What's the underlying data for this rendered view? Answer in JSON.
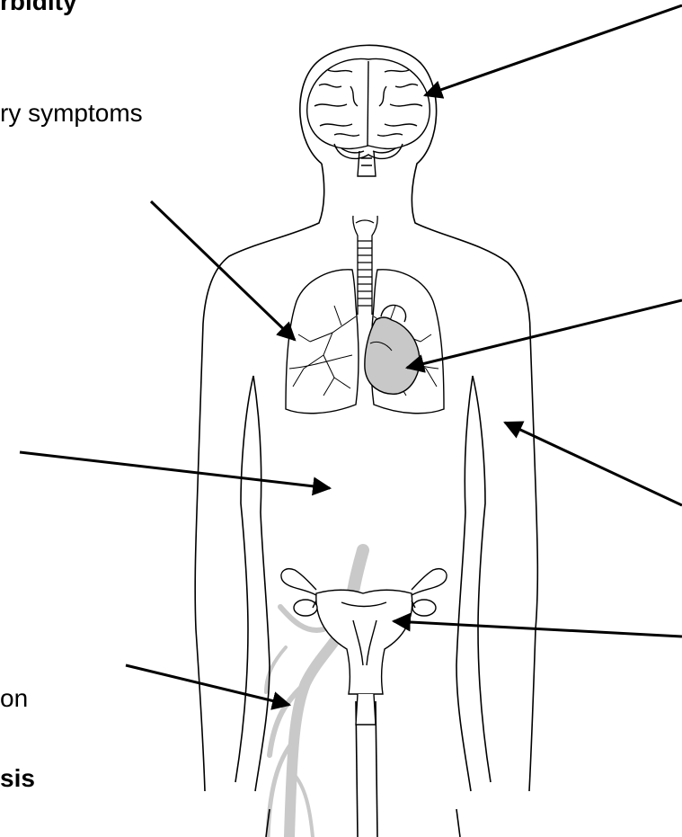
{
  "labels": {
    "top_bold": "rbidity",
    "symptoms": "ry symptoms",
    "bottom_on": "on",
    "bottom_sis": "sis"
  },
  "colors": {
    "outline": "#000000",
    "heart_fill": "#c8c8c8",
    "leg_veins": "#c9c9c9",
    "background": "#ffffff"
  },
  "icons": [
    "brain-icon",
    "trachea-icon",
    "lungs-icon",
    "heart-icon",
    "uterus-icon",
    "leg-veins-icon"
  ]
}
